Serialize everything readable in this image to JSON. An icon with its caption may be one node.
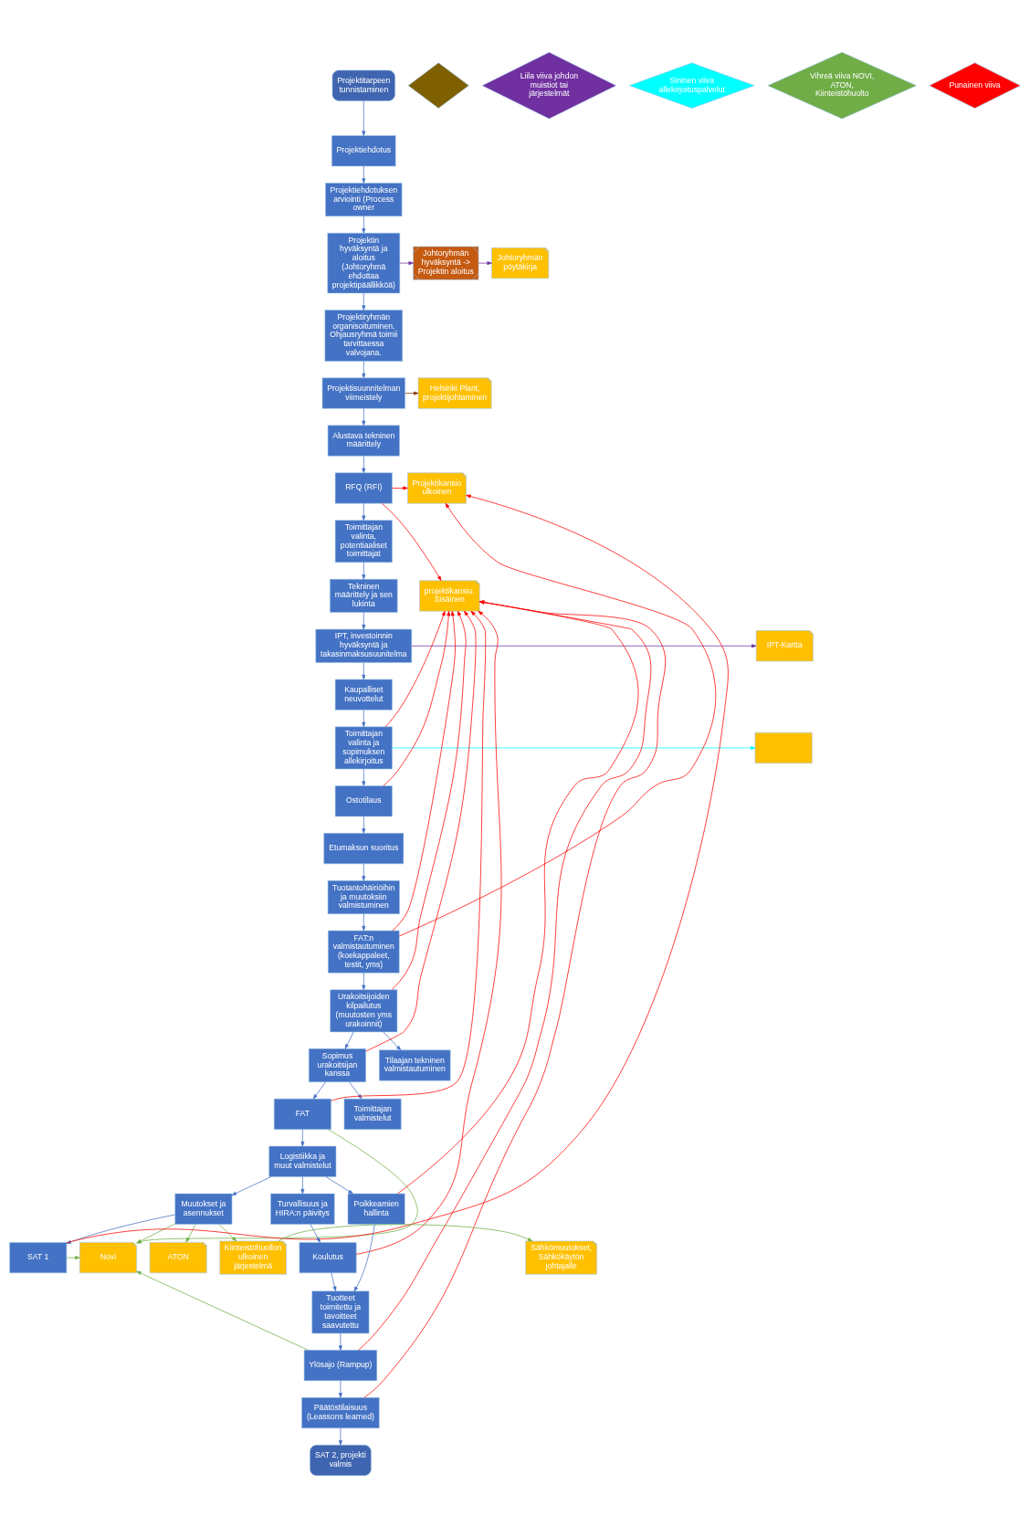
{
  "diagram": {
    "nodes": [
      {
        "text": [
          "Projektitarpeen tunnistaminen"
        ]
      },
      {
        "text": [
          "Projektiehdotus"
        ]
      },
      {
        "text": [
          "Projektiehdotuksen arviointi (Process owner"
        ]
      },
      {
        "text": [
          "Projektin hyväksyntä ja aloitus (Johtoryhmä ehdottaa projektipäällikköä)"
        ]
      },
      {
        "text": [
          "Johtoryhmän hyväksyntä -> Projektin aloitus"
        ]
      },
      {
        "text": [
          "Johtoryhmän pöytäkirja"
        ]
      },
      {
        "text": [
          "Projektiryhmän organisoituminen. Ohjausryhmä toimii tarvittaessa valvojana."
        ]
      },
      {
        "text": [
          "Projektisuunnitelman viimeistely"
        ]
      },
      {
        "text": [
          "Helsinki Plant, projektijohtaminen"
        ]
      },
      {
        "text": [
          "Alustava tekninen määrittely"
        ]
      },
      {
        "text": [
          "RFQ (RFI)"
        ]
      },
      {
        "text": [
          "Toimittajan valinta, potentiaaliset toimittajat"
        ]
      },
      {
        "text": [
          "Tekninen määrittely ja sen lukinta"
        ]
      },
      {
        "text": [
          "IPT, investoinnin hyväksyntä ja takasinmaksusuunitelma"
        ]
      },
      {
        "text": [
          "IPT-Kartta"
        ]
      },
      {
        "text": [
          "Kaupalliset neuvottelut"
        ]
      },
      {
        "text": [
          "Toimittajan valinta ja sopimuksen allekirjoitus"
        ]
      },
      {
        "text": [
          "Ostotilaus"
        ]
      },
      {
        "text": [
          "Etumaksun suoritus"
        ]
      },
      {
        "text": [
          "Tuotantohäiriöihin ja muutoksiin valmistuminen"
        ]
      },
      {
        "text": [
          "FAT:n valmistautuminen (koekappaleet, testit, yms)"
        ]
      },
      {
        "text": [
          "Urakoitsijoiden kilpailutus (muutosten yms urakoinnit)"
        ]
      },
      {
        "text": [
          "Sopimus urakoitsijan kanssa"
        ]
      },
      {
        "text": [
          "FAT"
        ]
      },
      {
        "text": [
          "Tilaajan tekninen valmistautuminen"
        ]
      },
      {
        "text": [
          "Logistiikka ja muut valmistelut"
        ]
      },
      {
        "text": [
          "Toimittajan valmistelut"
        ]
      },
      {
        "text": [
          "Muutokset ja asennukset"
        ]
      },
      {
        "text": [
          "SAT 1"
        ]
      },
      {
        "text": [
          "Turvallisuus ja HIRA:n päivitys"
        ]
      },
      {
        "text": [
          "Koulutus"
        ]
      },
      {
        "text": [
          "Poikkeamien hallinta"
        ]
      },
      {
        "text": [
          "Tuotteet toimitettu ja tavoitteet saavutettu"
        ]
      },
      {
        "text": [
          "Ylösajo (Rampup)"
        ]
      },
      {
        "text": [
          "Päätöstilaisuus (Leassons learned)"
        ]
      },
      {
        "text": [
          "SAT 2, projekti valmis"
        ]
      },
      {
        "text": [
          "Novi"
        ]
      },
      {
        "text": [
          "ATON"
        ]
      },
      {
        "text": [
          "Sähkömuutokset, Sähkökäytön johtajalle"
        ]
      },
      {
        "text": [
          "Kiinteistöhuollon ulkoinen järjestelmä"
        ]
      },
      {
        "text": [
          "Projektikansio ulkoinen"
        ]
      },
      {
        "text": [
          "projektikansio. Sisäinen"
        ]
      },
      {
        "text": [],
        "shape": "box"
      },
      {
        "text": [],
        "shape": "diamond"
      },
      {
        "text": [
          "Liila viiva johdon muistiot tai järjestelmät"
        ]
      },
      {
        "text": [
          "Sininen viiva allekirjoituspalvelut"
        ]
      },
      {
        "text": [
          "Vihreä viiva NOVI, ATON, Kiinteistöhuolto"
        ]
      },
      {
        "text": [
          "Punainen viiva"
        ]
      }
    ],
    "edges": [
      {
        "from": 0,
        "to": 1,
        "arrow": "to"
      },
      {
        "from": 1,
        "to": 2,
        "arrow": "to"
      },
      {
        "from": 2,
        "to": 3,
        "arrow": "to"
      },
      {
        "from": 3,
        "to": 6,
        "arrow": "to"
      },
      {
        "from": 6,
        "to": 7,
        "arrow": "to"
      },
      {
        "from": 7,
        "to": 9,
        "arrow": "to"
      },
      {
        "from": 9,
        "to": 10,
        "arrow": "to"
      },
      {
        "from": 10,
        "to": 11,
        "arrow": "to"
      },
      {
        "from": 11,
        "to": 12,
        "arrow": "to"
      },
      {
        "from": 12,
        "to": 13,
        "arrow": "to"
      },
      {
        "from": 13,
        "to": 15,
        "arrow": "to"
      },
      {
        "from": 15,
        "to": 16,
        "arrow": "to"
      },
      {
        "from": 16,
        "to": 17,
        "arrow": "to"
      },
      {
        "from": 17,
        "to": 18,
        "arrow": "to"
      },
      {
        "from": 18,
        "to": 19,
        "arrow": "to"
      },
      {
        "from": 19,
        "to": 20,
        "arrow": "to"
      },
      {
        "from": 20,
        "to": 21,
        "arrow": "to"
      },
      {
        "from": 21,
        "to": 22,
        "arrow": "to"
      },
      {
        "from": 21,
        "to": 24,
        "arrow": "to"
      },
      {
        "from": 22,
        "to": 23,
        "arrow": "to"
      },
      {
        "from": 22,
        "to": 26,
        "arrow": "to"
      },
      {
        "from": 23,
        "to": 25,
        "arrow": "to"
      },
      {
        "from": 25,
        "to": 27,
        "arrow": "to"
      },
      {
        "from": 25,
        "to": 29,
        "arrow": "to"
      },
      {
        "from": 25,
        "to": 31,
        "arrow": "to"
      },
      {
        "from": 27,
        "to": 28,
        "arrow": "to"
      },
      {
        "from": 29,
        "to": 30,
        "arrow": "to"
      },
      {
        "from": 31,
        "to": 32,
        "arrow": "to"
      },
      {
        "from": 30,
        "to": 32,
        "arrow": "to"
      },
      {
        "from": 32,
        "to": 33,
        "arrow": "to"
      },
      {
        "from": 33,
        "to": 34,
        "arrow": "to"
      },
      {
        "from": 34,
        "to": 35,
        "arrow": "to"
      },
      {
        "from": 3,
        "to": 4,
        "arrow": "to",
        "color": "#7030a0"
      },
      {
        "from": 4,
        "to": 5,
        "arrow": "to",
        "color": "#7030a0"
      },
      {
        "from": 7,
        "to": 8,
        "arrow": "to",
        "color": "#843c0c"
      },
      {
        "from": 13,
        "to": 14,
        "arrow": "to",
        "color": "#7030a0"
      },
      {
        "from": 16,
        "to": 42,
        "arrow": "to",
        "color": "#00ffff"
      },
      {
        "from": 33,
        "to": 36,
        "arrow": "to",
        "color": "#70ad47"
      },
      {
        "from": 27,
        "to": 36,
        "arrow": "to",
        "color": "#70ad47"
      },
      {
        "from": 27,
        "to": 37,
        "arrow": "to",
        "color": "#70ad47"
      },
      {
        "from": 27,
        "to": 39,
        "arrow": "to",
        "color": "#70ad47"
      },
      {
        "from": 39,
        "to": 38,
        "arrow": "to",
        "color": "#70ad47"
      },
      {
        "from": 28,
        "to": 36,
        "arrow": "to",
        "color": "#70ad47"
      },
      {
        "from": 23,
        "to": 36,
        "arrow": "to",
        "color": "#70ad47"
      },
      {
        "from": 10,
        "to": 40,
        "arrow": "to",
        "color": "#ff0000"
      },
      {
        "from": 28,
        "to": 40,
        "arrow": "to",
        "color": "#ff0000"
      },
      {
        "from": 20,
        "to": 40,
        "arrow": "to",
        "color": "#ff0000"
      },
      {
        "from": 10,
        "to": 41,
        "arrow": "to",
        "color": "#ff0000"
      },
      {
        "from": 34,
        "to": 41,
        "arrow": "to",
        "color": "#ff0000"
      },
      {
        "from": 33,
        "to": 41,
        "arrow": "to",
        "color": "#ff0000"
      },
      {
        "from": 23,
        "to": 41,
        "arrow": "to",
        "color": "#ff0000"
      },
      {
        "from": 22,
        "to": 41,
        "arrow": "to",
        "color": "#ff0000"
      },
      {
        "from": 21,
        "to": 41,
        "arrow": "to",
        "color": "#ff0000"
      },
      {
        "from": 20,
        "to": 41,
        "arrow": "to",
        "color": "#ff0000"
      },
      {
        "from": 30,
        "to": 41,
        "arrow": "to",
        "color": "#ff0000"
      },
      {
        "from": 31,
        "to": 41,
        "arrow": "to",
        "color": "#ff0000"
      },
      {
        "from": 17,
        "to": 41,
        "arrow": "to",
        "color": "#ff0000"
      },
      {
        "from": 16,
        "to": 41,
        "arrow": "to",
        "color": "#ff0000"
      }
    ]
  }
}
